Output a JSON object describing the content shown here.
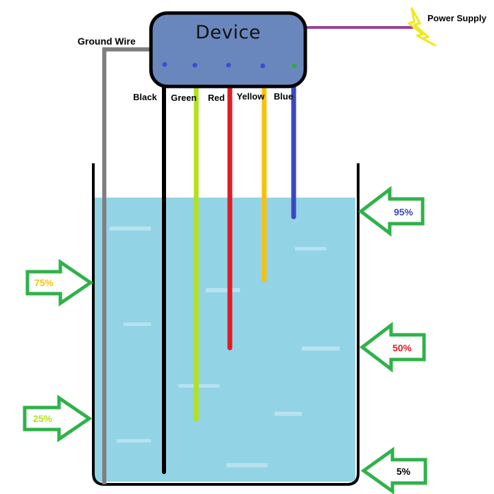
{
  "device": {
    "title": "Device",
    "fill_color": "#6a87bd",
    "connector_dots": [
      "#3b4fd1",
      "#3b4fd1",
      "#3b4fd1",
      "#3b4fd1",
      "#2fa84a"
    ]
  },
  "power_supply": {
    "label": "Power Supply",
    "line_color": "#9b3f9b",
    "icon": "lightning-bolt-icon",
    "icon_color": "#f0e81a"
  },
  "ground_wire": {
    "label": "Ground Wire",
    "color": "#7f7f7f"
  },
  "probes": [
    {
      "name": "Black",
      "color": "#000000"
    },
    {
      "name": "Green",
      "color": "#b3e11e"
    },
    {
      "name": "Red",
      "color": "#e01c24"
    },
    {
      "name": "Yellow",
      "color": "#f9c10c"
    },
    {
      "name": "Blue",
      "color": "#3a48c0"
    }
  ],
  "tank": {
    "water_color": "#93d3e6",
    "wall_color": "#000000"
  },
  "level_markers": [
    {
      "text": "95%",
      "color": "#3a48c0",
      "side": "right"
    },
    {
      "text": "75%",
      "color": "#f9c10c",
      "side": "left"
    },
    {
      "text": "50%",
      "color": "#e01c24",
      "side": "right"
    },
    {
      "text": "25%",
      "color": "#b3e11e",
      "side": "left"
    },
    {
      "text": "5%",
      "color": "#000000",
      "side": "right"
    }
  ],
  "arrow_color": "#2fb24a"
}
